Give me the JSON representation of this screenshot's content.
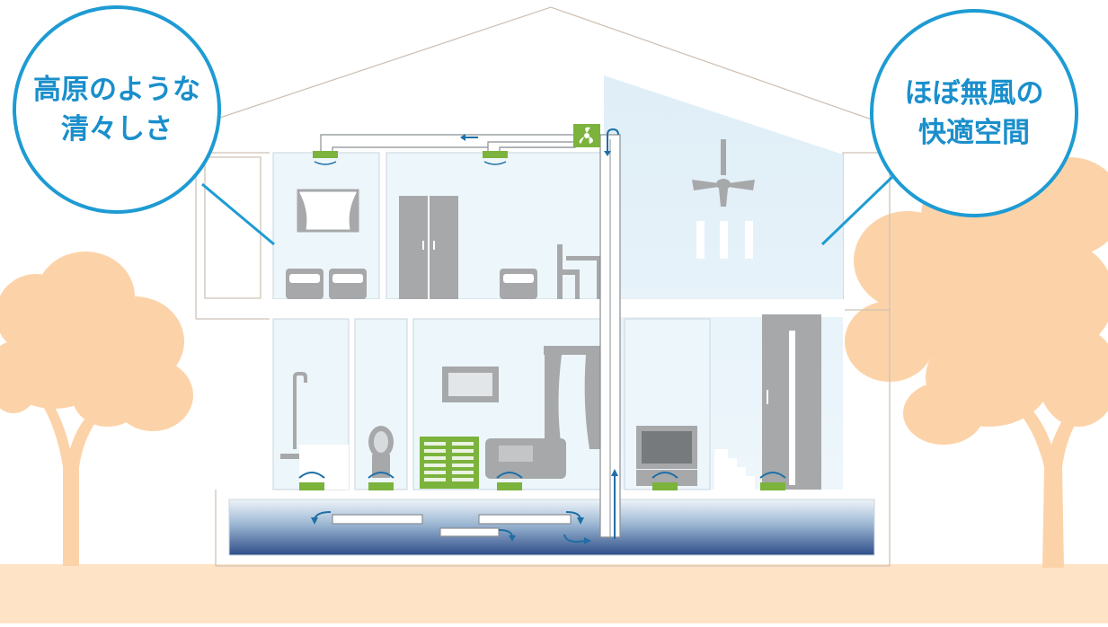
{
  "callouts": {
    "left": {
      "line1": "高原のような",
      "line2": "清々しさ"
    },
    "right": {
      "line1": "ほぼ無風の",
      "line2": "快適空間"
    }
  },
  "colors": {
    "accent_blue": "#1e9bd3",
    "ground": "#ffe3c6",
    "tree": "#fcd3a8",
    "duct_green": "#7bb33c",
    "room_fill": "#edf6fb",
    "furniture": "#a6a8aa"
  }
}
